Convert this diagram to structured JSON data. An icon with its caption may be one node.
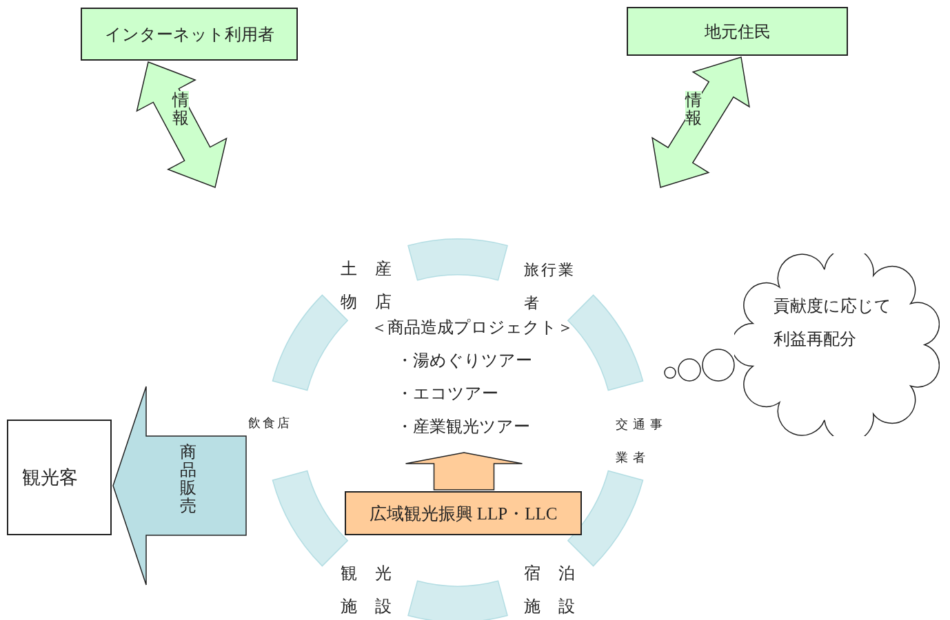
{
  "diagram": {
    "nodes": [
      {
        "text": [
          "インターネット利用者"
        ]
      },
      {
        "text": [
          "地元住民"
        ]
      },
      {
        "text": [
          "＜商品造成プロジェクト＞",
          "・湯めぐりツアー",
          "・エコツアー",
          "・産業観光ツアー"
        ]
      },
      {
        "text": [
          "広域観光振興 LLP・LLC"
        ]
      },
      {
        "text": [
          "貢献度に応じて利益再配分"
        ]
      },
      {
        "text": [
          "観光客"
        ]
      }
    ],
    "edges": [
      {
        "from": 0,
        "to": null,
        "arrow": "both",
        "label": "情報"
      },
      {
        "from": 1,
        "to": null,
        "arrow": "both",
        "label": "情報"
      },
      {
        "from": 3,
        "to": 2,
        "arrow": "to"
      },
      {
        "from": null,
        "to": 5,
        "arrow": "to",
        "label": "商品販売"
      }
    ],
    "labels": [
      "土産物店",
      "旅行業者",
      "飲食店",
      "交通事業者",
      "観光施設",
      "宿泊施設"
    ]
  }
}
